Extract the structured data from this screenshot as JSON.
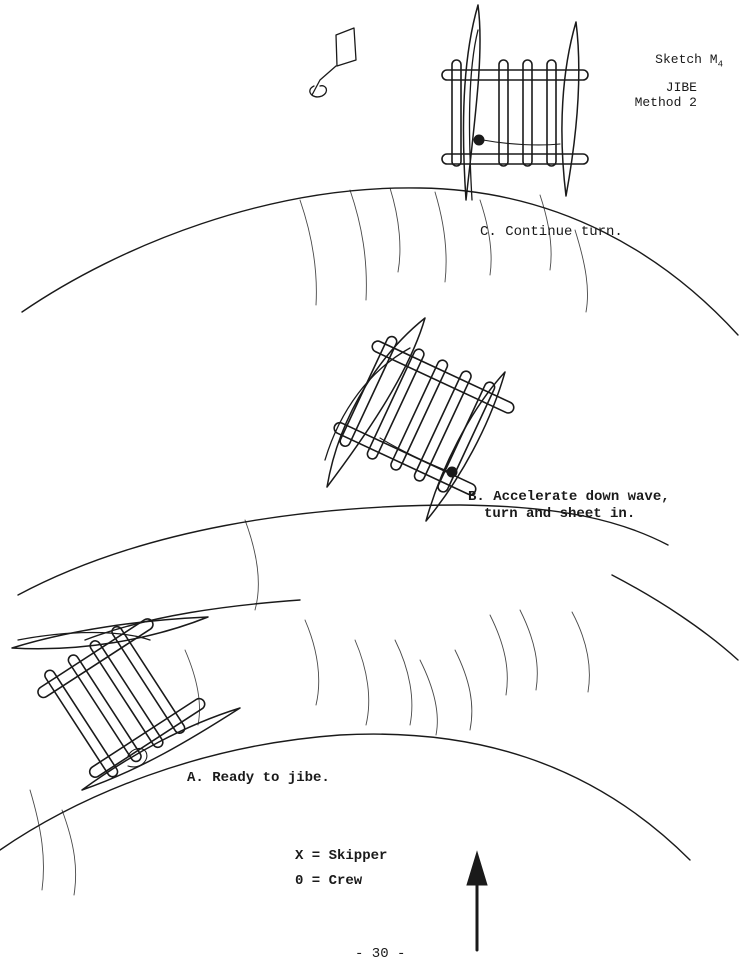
{
  "header": {
    "sketch_label": "Sketch M",
    "sketch_subscript": "4",
    "title": "JIBE",
    "method": "Method 2"
  },
  "steps": [
    {
      "id": "c",
      "text": "C. Continue turn."
    },
    {
      "id": "b",
      "line1": "B. Accelerate down wave,",
      "line2": "turn and sheet in."
    },
    {
      "id": "a",
      "text": "A. Ready to jibe."
    }
  ],
  "legend": {
    "skipper": "X = Skipper",
    "crew": "0 = Crew"
  },
  "footer": {
    "page_number": "- 30 -"
  },
  "colors": {
    "ink": "#1a1a1a",
    "paper": "#ffffff"
  }
}
